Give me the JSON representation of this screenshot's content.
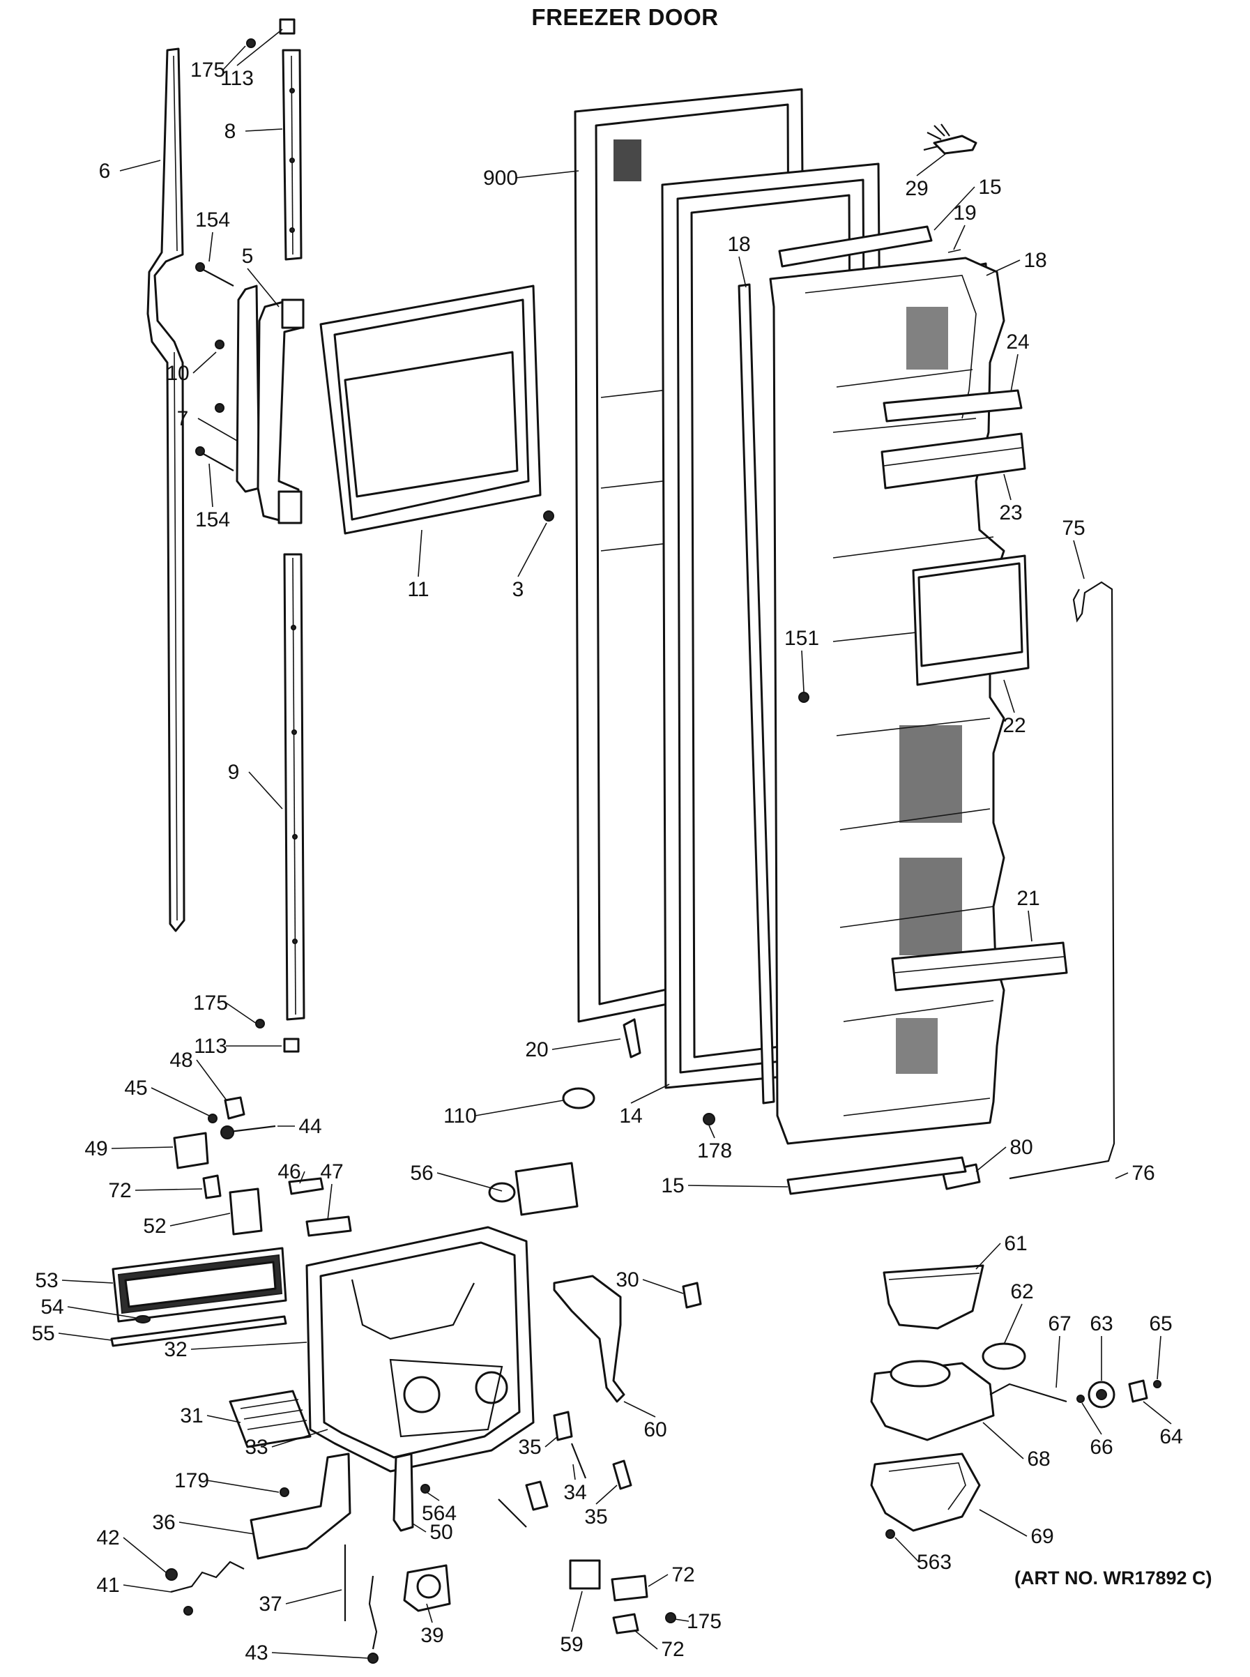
{
  "header": {
    "title": "FREEZER DOOR"
  },
  "footer": {
    "art_no": "(ART NO. WR17892 C)"
  },
  "callouts": [
    "175",
    "113",
    "8",
    "6",
    "154",
    "5",
    "10",
    "7",
    "154",
    "11",
    "3",
    "9",
    "175",
    "113",
    "900",
    "29",
    "15",
    "19",
    "18",
    "18",
    "24",
    "23",
    "75",
    "151",
    "22",
    "21",
    "20",
    "110",
    "14",
    "178",
    "15",
    "80",
    "76",
    "48",
    "45",
    "44",
    "49",
    "72",
    "46",
    "47",
    "52",
    "56",
    "53",
    "54",
    "55",
    "32",
    "31",
    "33",
    "30",
    "60",
    "35",
    "34",
    "35",
    "564",
    "50",
    "179",
    "36",
    "42",
    "41",
    "37",
    "43",
    "39",
    "59",
    "72",
    "175",
    "72",
    "61",
    "62",
    "67",
    "63",
    "65",
    "66",
    "64",
    "68",
    "69",
    "563"
  ]
}
